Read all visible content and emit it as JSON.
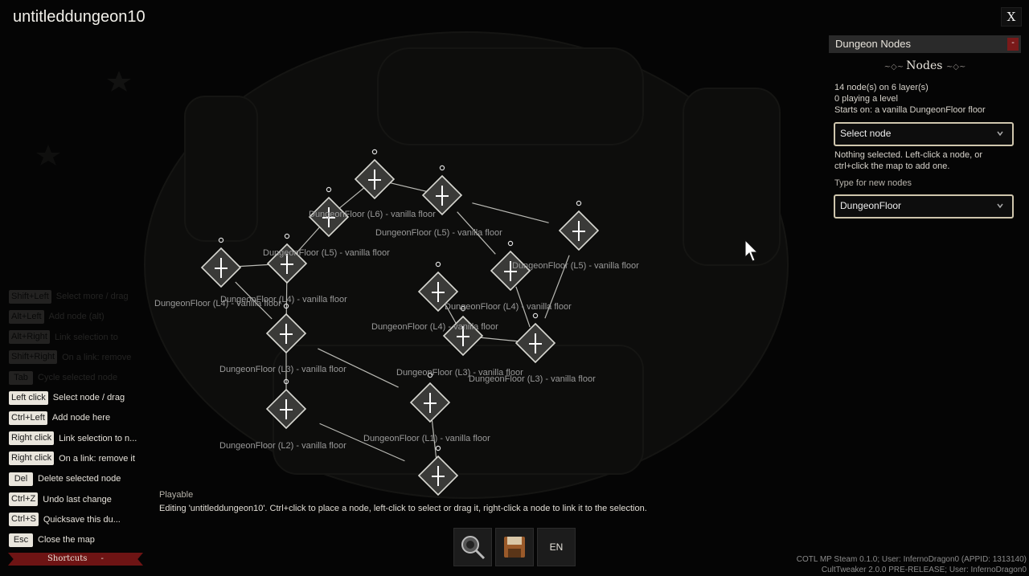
{
  "window": {
    "title": "untitleddungeon10",
    "close_label": "X"
  },
  "map": {
    "nodes": [
      {
        "label": "DungeonFloor (L6) - vanilla floor"
      },
      {
        "label": "DungeonFloor (L5) - vanilla floor"
      },
      {
        "label": "DungeonFloor (L5) - vanilla floor"
      },
      {
        "label": "DungeonFloor (L5) - vanilla floor"
      },
      {
        "label": "DungeonFloor (L4) - vanilla floor"
      },
      {
        "label": "DungeonFloor (L4) - vanilla floor"
      },
      {
        "label": "DungeonFloor (L4) - vanilla floor"
      },
      {
        "label": "DungeonFloor (L4) - vanilla floor"
      },
      {
        "label": "DungeonFloor (L3) - vanilla floor"
      },
      {
        "label": "DungeonFloor (L3) - vanilla floor"
      },
      {
        "label": "DungeonFloor (L3) - vanilla floor"
      },
      {
        "label": "DungeonFloor (L2) - vanilla floor"
      },
      {
        "label": "DungeonFloor (L1) - vanilla floor"
      },
      {
        "label": ""
      }
    ]
  },
  "shortcuts": {
    "faded": [
      {
        "key": "Shift+Left",
        "desc": "Select more / drag"
      },
      {
        "key": "Alt+Left",
        "desc": "Add node (alt)"
      },
      {
        "key": "Alt+Right",
        "desc": "Link selection to"
      },
      {
        "key": "Shift+Right",
        "desc": "On a link: remove"
      },
      {
        "key": "Tab",
        "desc": "Cycle selected node"
      }
    ],
    "items": [
      {
        "key": "Left click",
        "desc": "Select node / drag"
      },
      {
        "key": "Ctrl+Left",
        "desc": "Add node here"
      },
      {
        "key": "Right click",
        "desc": "Link selection to n..."
      },
      {
        "key": "Right click",
        "desc": "On a link: remove it"
      },
      {
        "key": "Del",
        "desc": "Delete selected node"
      },
      {
        "key": "Ctrl+Z",
        "desc": "Undo last change"
      },
      {
        "key": "Ctrl+S",
        "desc": "Quicksave this du..."
      },
      {
        "key": "Esc",
        "desc": "Close the map"
      }
    ],
    "banner": "Shortcuts",
    "banner_toggle": "-"
  },
  "status": {
    "mode": "Playable",
    "message": "Editing 'untitleddungeon10'. Ctrl+click to place a node, left-click to select or drag it, right-click a node to link it to the selection."
  },
  "bottom_bar": {
    "language": "EN",
    "icons": [
      "inspect-icon",
      "save-icon"
    ]
  },
  "version": {
    "line1": "COTL MP Steam 0.1.0; User: InfernoDragon0 (APPID: 1313140)",
    "line2": "CultTweaker 2.0.0 PRE-RELEASE; User: InfernoDragon0"
  },
  "panel": {
    "header": "Dungeon Nodes",
    "collapse": "-",
    "title": "Nodes",
    "summary": [
      "14 node(s) on 6 layer(s)",
      "0 playing a level",
      "Starts on: a vanilla DungeonFloor floor"
    ],
    "select_node": {
      "value": "Select node"
    },
    "hint": [
      "Nothing selected. Left-click a node, or",
      "ctrl+click the map to add one."
    ],
    "type_label": "Type for new nodes",
    "type_select": {
      "value": "DungeonFloor"
    }
  },
  "colors": {
    "accent": "#6e1414",
    "key_bg": "#e9e5dc",
    "dropdown_border": "#cfc6ad",
    "node_fill": "#3a3a38"
  }
}
